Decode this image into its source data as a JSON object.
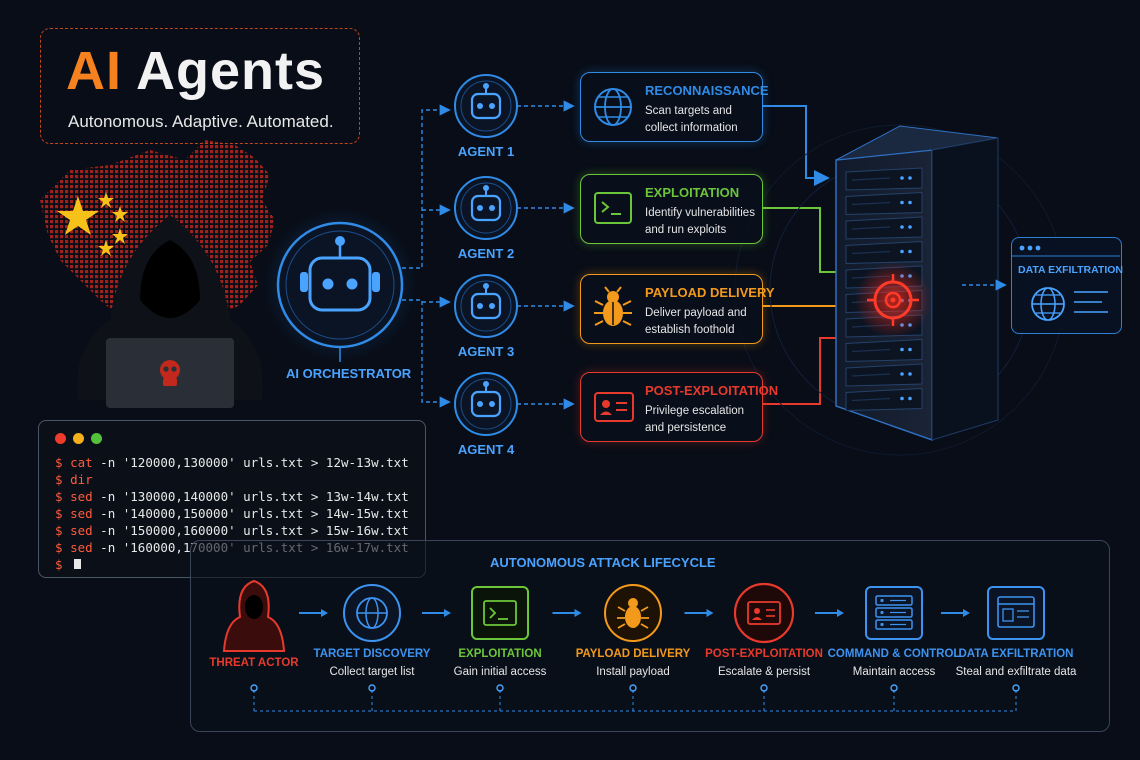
{
  "header": {
    "title_ai": "AI",
    "title_agents": "Agents",
    "subtitle": "Autonomous. Adaptive. Automated."
  },
  "orchestrator": {
    "label": "AI ORCHESTRATOR"
  },
  "agents": [
    {
      "label": "AGENT 1"
    },
    {
      "label": "AGENT 2"
    },
    {
      "label": "AGENT 3"
    },
    {
      "label": "AGENT 4"
    }
  ],
  "cards": [
    {
      "title": "RECONNAISSANCE",
      "desc": "Scan targets and collect information",
      "color": "#2f8be6"
    },
    {
      "title": "EXPLOITATION",
      "desc": "Identify vulnerabilities and run exploits",
      "color": "#6cc63a"
    },
    {
      "title": "PAYLOAD DELIVERY",
      "desc": "Deliver payload and establish foothold",
      "color": "#f39a1c"
    },
    {
      "title": "POST-EXPLOITATION",
      "desc": "Privilege escalation and persistence",
      "color": "#e83a2c"
    }
  ],
  "exfiltration": {
    "title": "DATA EXFILTRATION"
  },
  "terminal": {
    "lines": [
      {
        "prompt": "$",
        "cmd": "cat",
        "args": " -n '120000,130000' urls.txt > 12w-13w.txt"
      },
      {
        "prompt": "$",
        "cmd": "dir",
        "args": ""
      },
      {
        "prompt": "$",
        "cmd": "sed",
        "args": " -n '130000,140000' urls.txt > 13w-14w.txt"
      },
      {
        "prompt": "$",
        "cmd": "sed",
        "args": " -n '140000,150000' urls.txt > 14w-15w.txt"
      },
      {
        "prompt": "$",
        "cmd": "sed",
        "args": " -n '150000,160000' urls.txt > 15w-16w.txt"
      },
      {
        "prompt": "$",
        "cmd": "sed",
        "args": " -n '160000,170000' urls.txt > 16w-17w.txt"
      },
      {
        "prompt": "$",
        "cmd": "",
        "args": ""
      }
    ]
  },
  "lifecycle": {
    "heading": "AUTONOMOUS ATTACK LIFECYCLE",
    "steps": [
      {
        "title": "THREAT ACTOR",
        "desc": "",
        "color": "#e83a2c",
        "icon": "hooded-figure-icon"
      },
      {
        "title": "TARGET DISCOVERY",
        "desc": "Collect target list",
        "color": "#3d93f0",
        "icon": "globe-icon"
      },
      {
        "title": "EXPLOITATION",
        "desc": "Gain initial access",
        "color": "#6cc63a",
        "icon": "terminal-icon"
      },
      {
        "title": "PAYLOAD DELIVERY",
        "desc": "Install payload",
        "color": "#f39a1c",
        "icon": "bug-icon"
      },
      {
        "title": "POST-EXPLOITATION",
        "desc": "Escalate & persist",
        "color": "#e83a2c",
        "icon": "id-card-icon"
      },
      {
        "title": "COMMAND & CONTROL",
        "desc": "Maintain access",
        "color": "#3d93f0",
        "icon": "server-icon"
      },
      {
        "title": "DATA EXFILTRATION",
        "desc": "Steal and exfiltrate data",
        "color": "#3d93f0",
        "icon": "browser-window-icon"
      }
    ]
  },
  "colors": {
    "accent_blue": "#2f8be6",
    "accent_orange": "#f5821f",
    "accent_red": "#e83a2c",
    "accent_green": "#6cc63a"
  }
}
